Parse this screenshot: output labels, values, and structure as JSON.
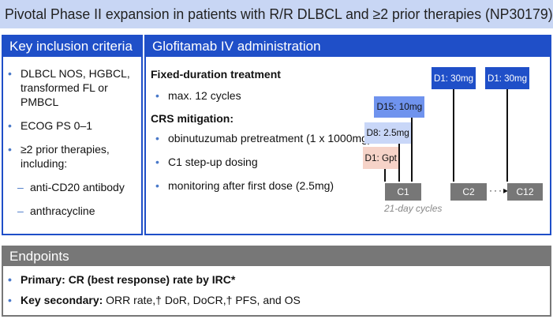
{
  "title": "Pivotal Phase II expansion in patients with R/R DLBCL and ≥2 prior therapies (NP30179)",
  "inclusion": {
    "header": "Key inclusion criteria",
    "items": [
      {
        "text": "DLBCL NOS, HGBCL, transformed FL or PMBCL",
        "level": 1
      },
      {
        "text": "ECOG PS 0–1",
        "level": 1
      },
      {
        "text": "≥2 prior therapies, including:",
        "level": 1
      },
      {
        "text": "anti-CD20 antibody",
        "level": 2
      },
      {
        "text": "anthracycline",
        "level": 2
      }
    ]
  },
  "administration": {
    "header": "Glofitamab IV administration",
    "fixed_heading": "Fixed-duration treatment",
    "fixed_item": "max. 12 cycles",
    "crs_heading": "CRS mitigation:",
    "crs_items": [
      "obinutuzumab pretreatment (1 x 1000mg)",
      "C1 step-up dosing",
      "monitoring after first dose (2.5mg)"
    ],
    "schedule": {
      "d1_gpt": "D1: Gpt",
      "d8": "D8: 2.5mg",
      "d15": "D15: 10mg",
      "c2_dose": "D1: 30mg",
      "c12_dose": "D1: 30mg",
      "c1": "C1",
      "c2": "C2",
      "c12": "C12",
      "cycle_note": "21-day cycles"
    },
    "colors": {
      "gpt": "#f6d3c8",
      "d8": "#c9d7f8",
      "d15": "#6f93ee",
      "d30": "#1f4fc8",
      "cycle": "#777777"
    }
  },
  "endpoints": {
    "header": "Endpoints",
    "primary": "Primary: CR (best response) rate by IRC*",
    "secondary_label": "Key secondary:",
    "secondary_text": " ORR rate,† DoR, DoCR,† PFS, and OS"
  }
}
